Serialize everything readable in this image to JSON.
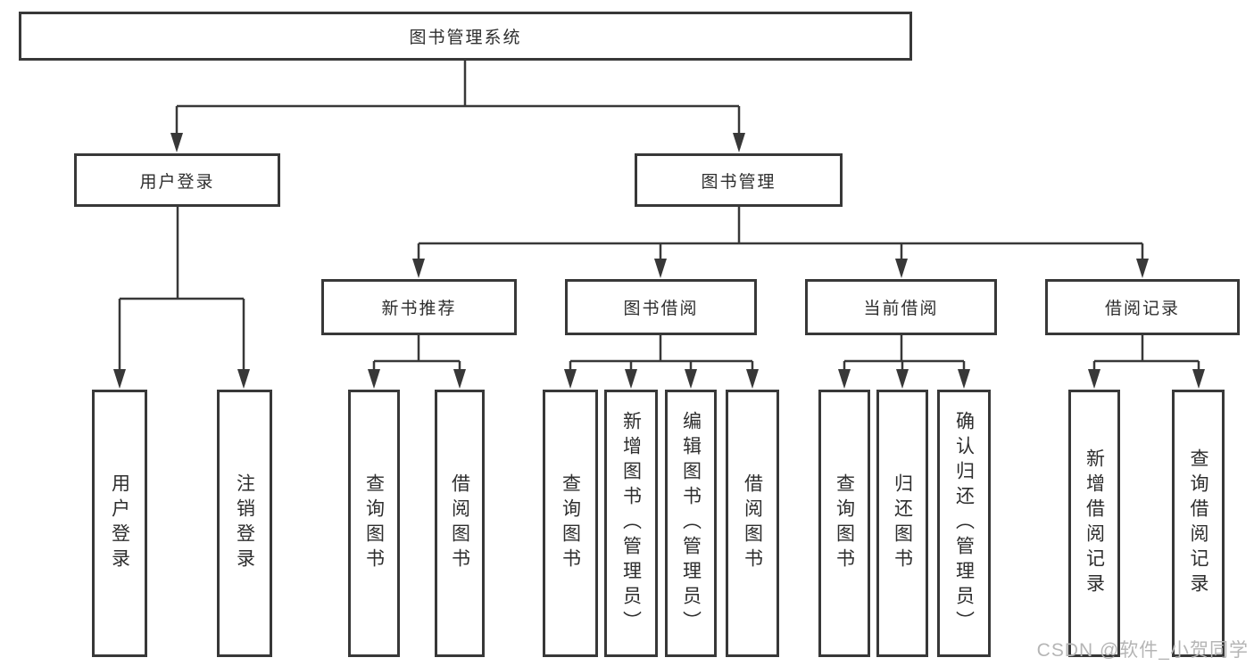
{
  "colors": {
    "line": "#383838",
    "box_border": "#383838",
    "text": "#2e2e2e",
    "watermark": "#b5b5b5",
    "background": "#ffffff"
  },
  "watermark": {
    "text": "CSDN @软件_小贺同学"
  },
  "tree": {
    "root": {
      "label": "图书管理系统"
    },
    "branches": [
      {
        "label": "用户登录",
        "children": [
          {
            "label": "用户登录"
          },
          {
            "label": "注销登录"
          }
        ]
      },
      {
        "label": "图书管理",
        "children": [
          {
            "label": "新书推荐",
            "children": [
              {
                "label": "查询图书"
              },
              {
                "label": "借阅图书"
              }
            ]
          },
          {
            "label": "图书借阅",
            "children": [
              {
                "label": "查询图书"
              },
              {
                "label": "新增图书（管理员）"
              },
              {
                "label": "编辑图书（管理员）"
              },
              {
                "label": "借阅图书"
              }
            ]
          },
          {
            "label": "当前借阅",
            "children": [
              {
                "label": "查询图书"
              },
              {
                "label": "归还图书"
              },
              {
                "label": "确认归还（管理员）"
              }
            ]
          },
          {
            "label": "借阅记录",
            "children": [
              {
                "label": "新增借阅记录"
              },
              {
                "label": "查询借阅记录"
              }
            ]
          }
        ]
      }
    ]
  }
}
